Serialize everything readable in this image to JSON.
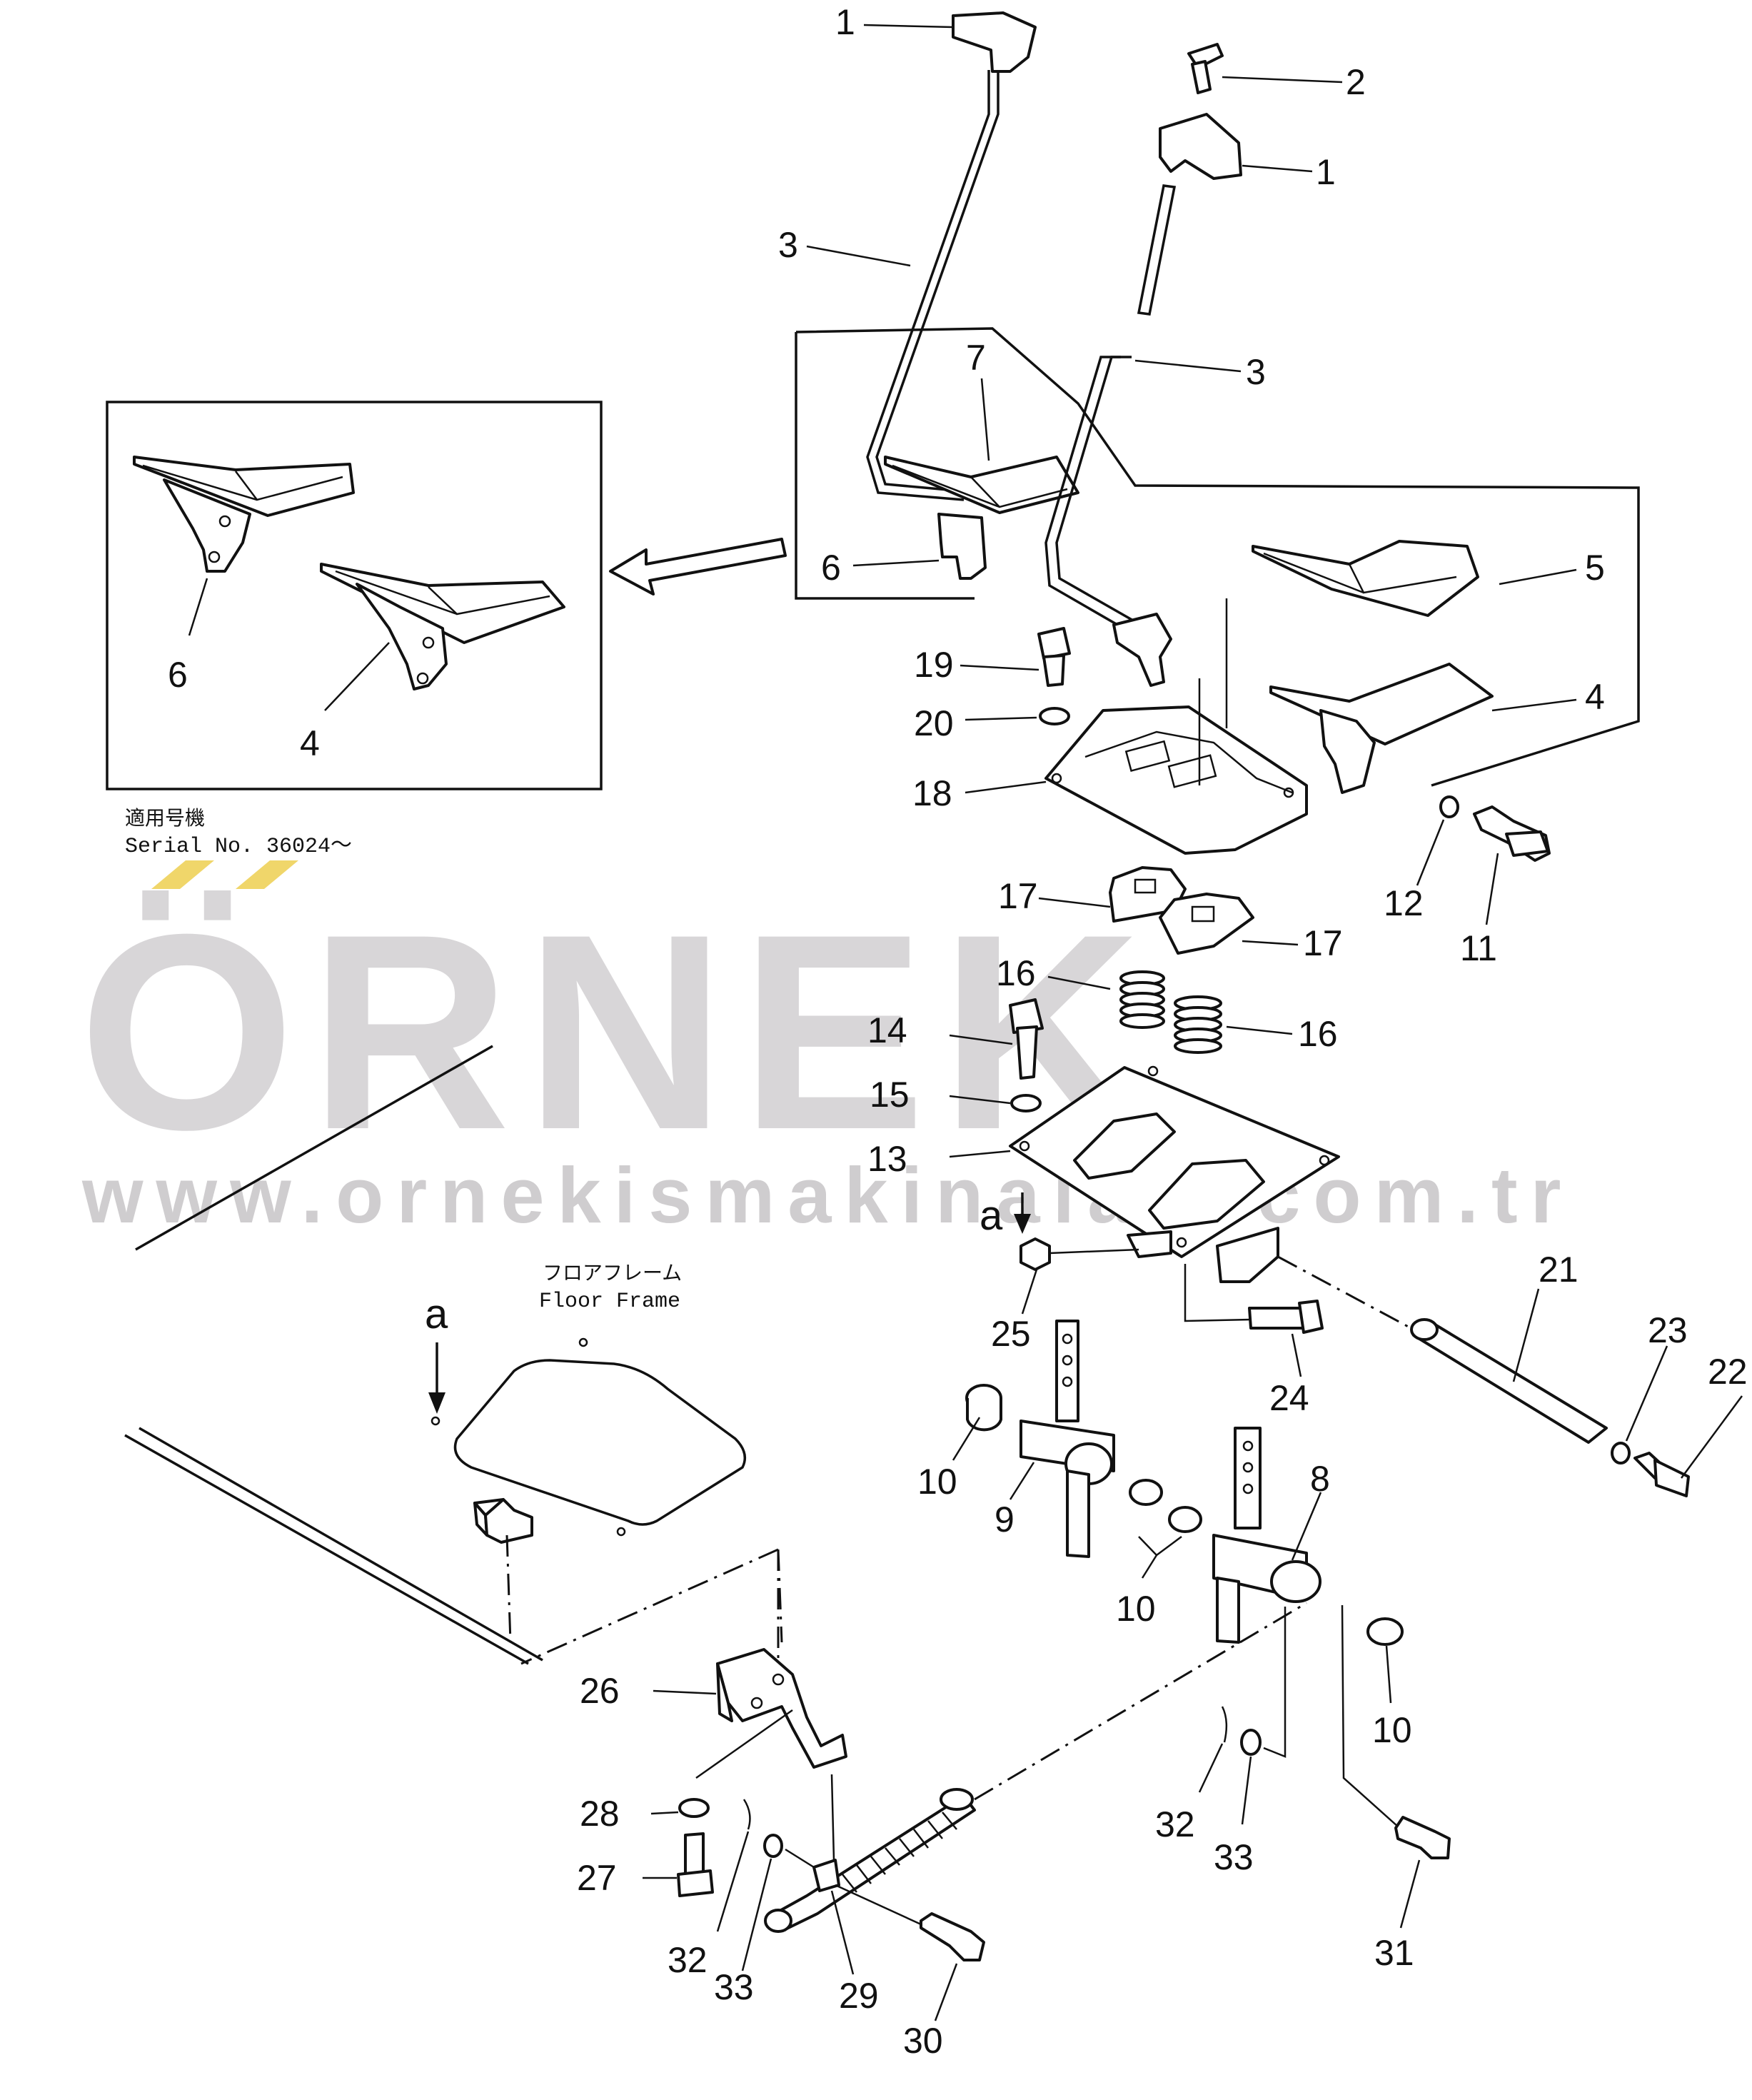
{
  "watermark": {
    "brand": "ÖRNEK",
    "url": "www.ornekismakinalari.com.tr",
    "accent_color": "#f0d66a",
    "text_color": "#d8d6d8"
  },
  "inset": {
    "serial_label_jp": "適用号機",
    "serial_label_en": "Serial  No.  36024～"
  },
  "floor_frame": {
    "label_jp": "フロアフレーム",
    "label_en": "Floor  Frame"
  },
  "view_marks": [
    "a",
    "a"
  ],
  "callouts": [
    {
      "id": "c1a",
      "text": "1"
    },
    {
      "id": "c2",
      "text": "2"
    },
    {
      "id": "c1b",
      "text": "1"
    },
    {
      "id": "c3a",
      "text": "3"
    },
    {
      "id": "c3b",
      "text": "3"
    },
    {
      "id": "c7",
      "text": "7"
    },
    {
      "id": "c6a",
      "text": "6"
    },
    {
      "id": "c5",
      "text": "5"
    },
    {
      "id": "c4a",
      "text": "4"
    },
    {
      "id": "c6b",
      "text": "6"
    },
    {
      "id": "c4b",
      "text": "4"
    },
    {
      "id": "c19",
      "text": "19"
    },
    {
      "id": "c20",
      "text": "20"
    },
    {
      "id": "c18",
      "text": "18"
    },
    {
      "id": "c12",
      "text": "12"
    },
    {
      "id": "c11",
      "text": "11"
    },
    {
      "id": "c17a",
      "text": "17"
    },
    {
      "id": "c17b",
      "text": "17"
    },
    {
      "id": "c16a",
      "text": "16"
    },
    {
      "id": "c16b",
      "text": "16"
    },
    {
      "id": "c14",
      "text": "14"
    },
    {
      "id": "c15",
      "text": "15"
    },
    {
      "id": "c13",
      "text": "13"
    },
    {
      "id": "c21",
      "text": "21"
    },
    {
      "id": "c23",
      "text": "23"
    },
    {
      "id": "c22",
      "text": "22"
    },
    {
      "id": "c25",
      "text": "25"
    },
    {
      "id": "c24",
      "text": "24"
    },
    {
      "id": "c8",
      "text": "8"
    },
    {
      "id": "c10a",
      "text": "10"
    },
    {
      "id": "c9",
      "text": "9"
    },
    {
      "id": "c10b",
      "text": "10"
    },
    {
      "id": "c10c",
      "text": "10"
    },
    {
      "id": "c26",
      "text": "26"
    },
    {
      "id": "c28",
      "text": "28"
    },
    {
      "id": "c27",
      "text": "27"
    },
    {
      "id": "c32a",
      "text": "32"
    },
    {
      "id": "c33a",
      "text": "33"
    },
    {
      "id": "c29",
      "text": "29"
    },
    {
      "id": "c30",
      "text": "30"
    },
    {
      "id": "c32b",
      "text": "32"
    },
    {
      "id": "c33b",
      "text": "33"
    },
    {
      "id": "c31",
      "text": "31"
    }
  ]
}
